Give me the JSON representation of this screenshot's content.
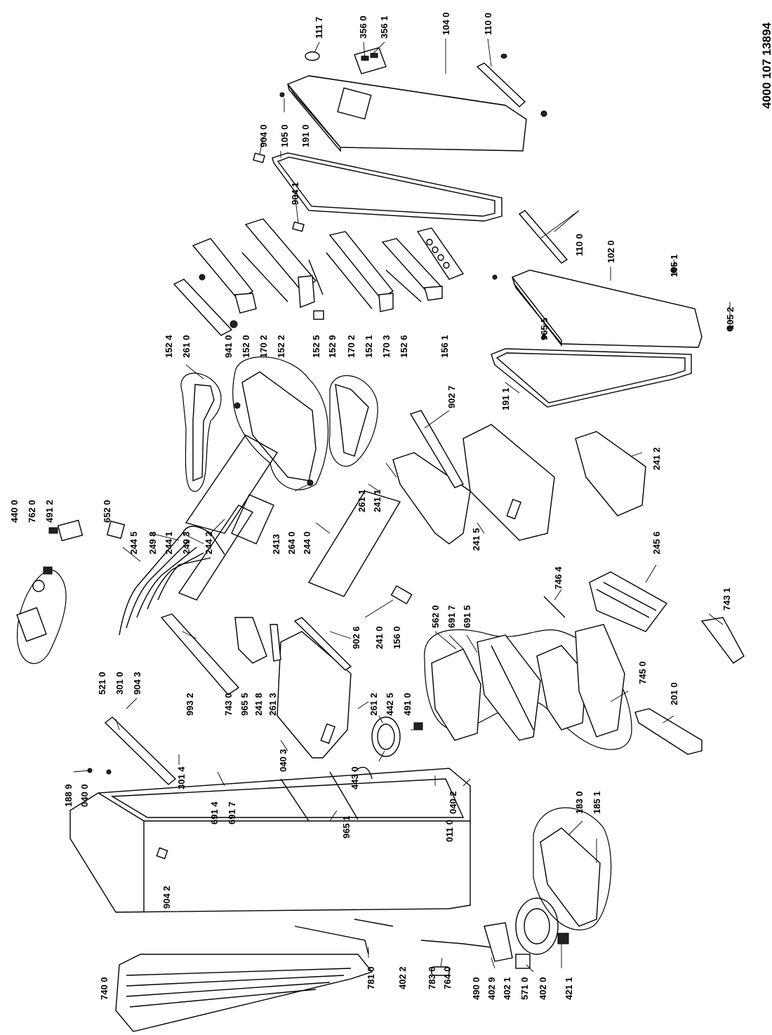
{
  "document_code": "4000 107 13894",
  "labels": [
    "104 0",
    "110 0",
    "356 1",
    "356 0",
    "111 7",
    "105 0",
    "904 0",
    "191 0",
    "904 1",
    "110 0",
    "102 0",
    "105 1",
    "105 2",
    "965 5",
    "191 1",
    "152 4",
    "261 0",
    "941 0",
    "152 0",
    "170 2",
    "152 2",
    "152 5",
    "152 9",
    "170 2",
    "152 1",
    "170 3",
    "152 6",
    "156 1",
    "902 7",
    "261 1",
    "241 1",
    "241 2",
    "241 5",
    "244 0",
    "264 0",
    "2413",
    "244 2",
    "249 3",
    "244 1",
    "249 8",
    "244 5",
    "652 0",
    "440 0",
    "762 0",
    "491 2",
    "156 0",
    "241 0",
    "902 6",
    "261 2",
    "442 5",
    "491 0",
    "562 0",
    "691 7",
    "691 5",
    "746 4",
    "245 6",
    "743 1",
    "745 0",
    "201 0",
    "993 2",
    "743 0",
    "965 5",
    "241 8",
    "261 3",
    "904 3",
    "301 0",
    "521 0",
    "301 4",
    "691 4",
    "691 7",
    "040 3",
    "443 0",
    "040 2",
    "011 0",
    "965 1",
    "188 9",
    "040 0",
    "904 2",
    "183 0",
    "185 1",
    "740 0",
    "781 0",
    "402 2",
    "783 0",
    "764 0",
    "490 0",
    "402 9",
    "402 1",
    "571 0",
    "402 0",
    "421 1"
  ]
}
